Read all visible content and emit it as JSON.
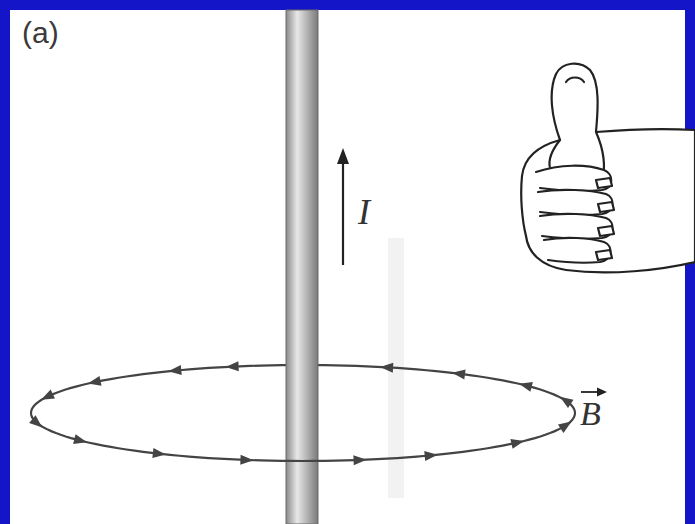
{
  "diagram": {
    "labels": [
      "(a)",
      "I",
      "B"
    ]
  }
}
